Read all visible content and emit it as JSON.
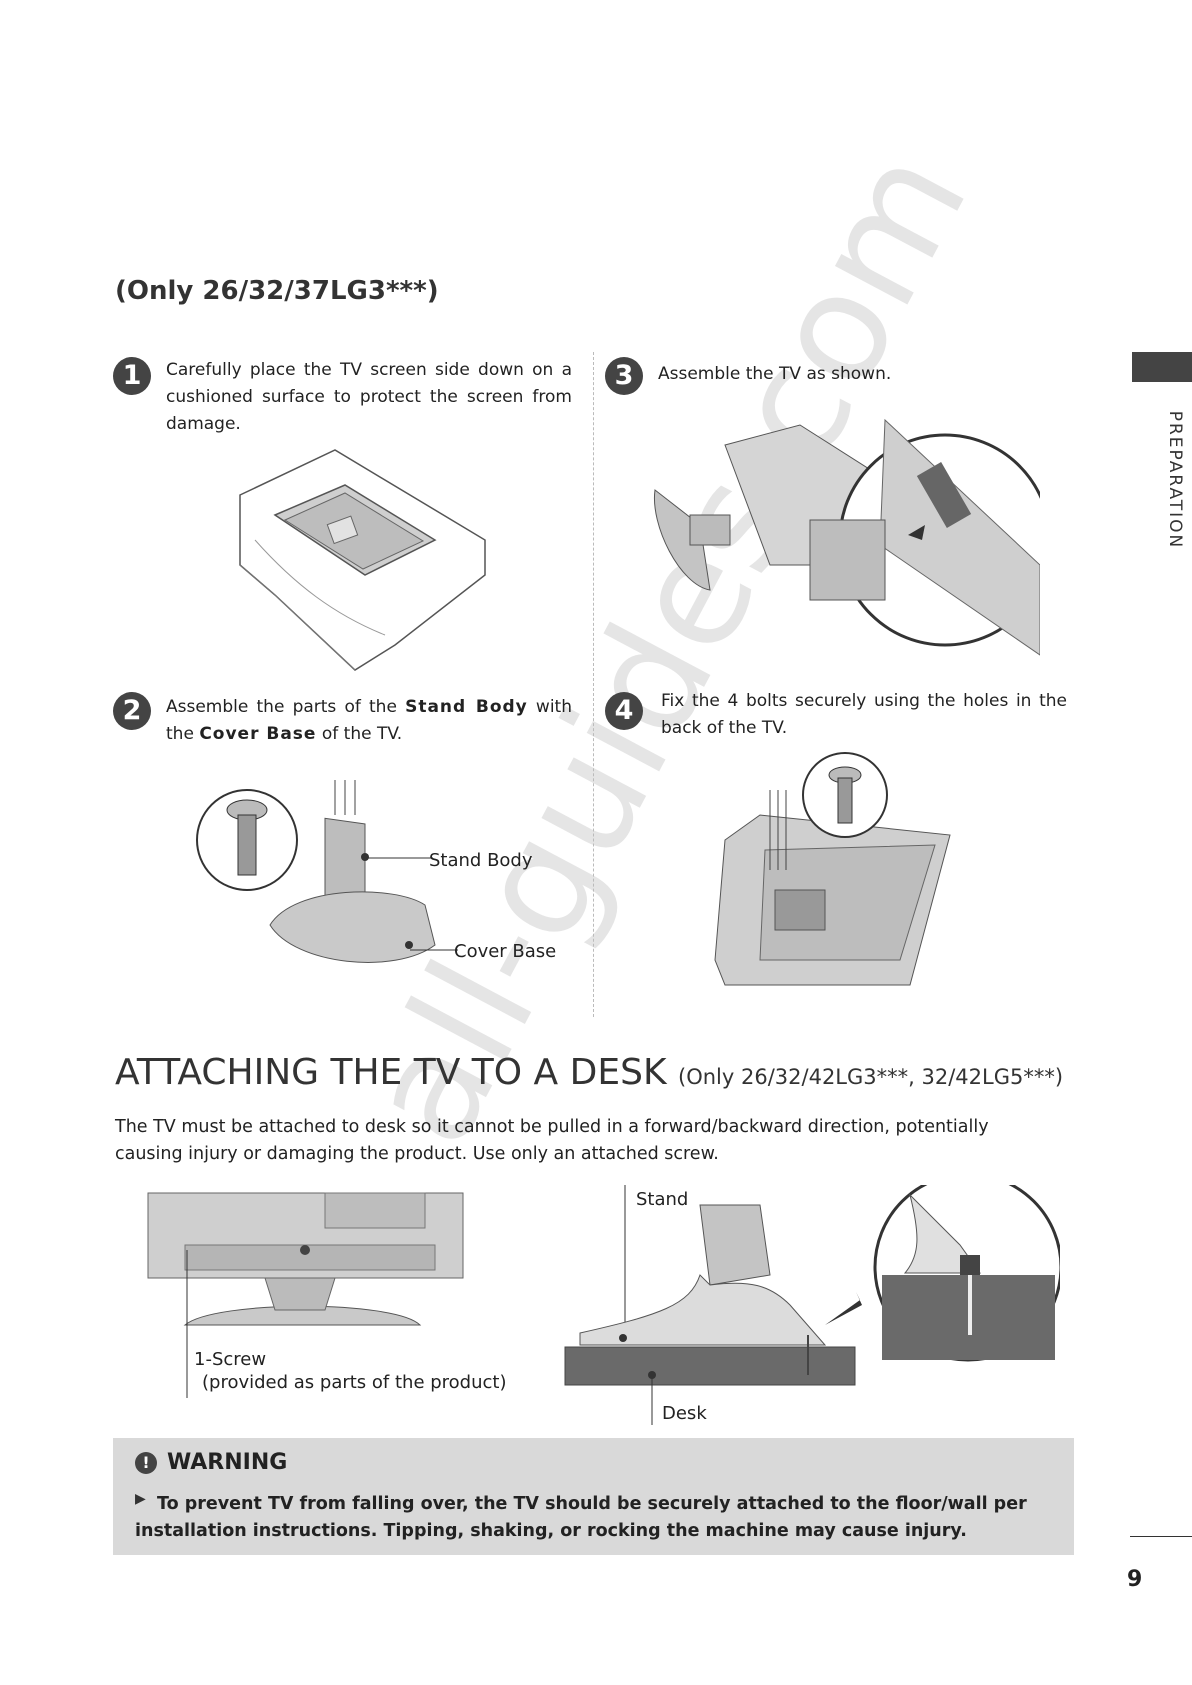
{
  "section_title": "(Only 26/32/37LG3***)",
  "side_tab": "PREPARATION",
  "steps": [
    {
      "num": "1",
      "text": "Carefully place the TV screen side down on a cushioned surface to protect the screen from damage."
    },
    {
      "num": "2",
      "text_before": "Assemble the parts of the ",
      "bold1": "Stand Body",
      "text_mid": " with the ",
      "bold2": "Cover Base",
      "text_after": " of the TV."
    },
    {
      "num": "3",
      "text": "Assemble the TV as shown."
    },
    {
      "num": "4",
      "text": "Fix the 4 bolts securely using the holes in the back of the TV."
    }
  ],
  "labels": {
    "stand_body": "Stand Body",
    "cover_base": "Cover Base",
    "screw_line1": "1-Screw",
    "screw_line2": "(provided as parts of the product)",
    "stand": "Stand",
    "desk": "Desk"
  },
  "heading": {
    "main": "ATTACHING THE TV TO A DESK",
    "sub": "(Only 26/32/42LG3***, 32/42LG5***)"
  },
  "intro": "The TV must be attached to desk so it cannot be pulled in a forward/backward direction, potentially causing injury or damaging the product. Use only an attached screw.",
  "warning": {
    "title": "WARNING",
    "icon": "exclamation-icon",
    "text": "To prevent TV from falling over, the TV should be securely attached to the floor/wall per installation instructions. Tipping, shaking, or rocking the machine may cause injury."
  },
  "page_number": "9",
  "watermark": "all-guides.com"
}
